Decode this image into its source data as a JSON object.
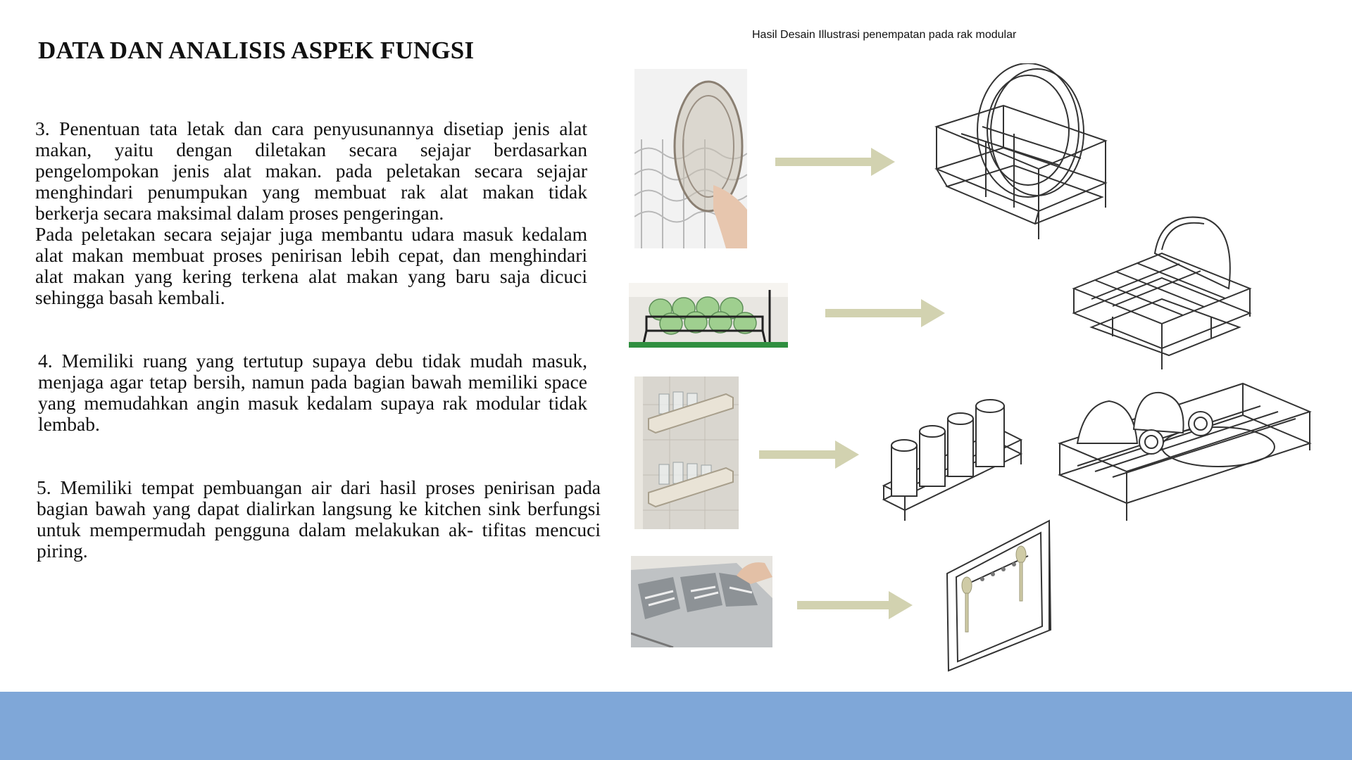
{
  "page": {
    "title": "DATA DAN ANALISIS ASPEK FUNGSI",
    "illustration_caption": "Hasil Desain Illustrasi penempatan pada rak modular"
  },
  "points": {
    "p3_first": "3. Penentuan tata letak dan cara penyusunannya disetiap jenis alat makan, yaitu dengan diletakan secara sejajar berdasarkan pengelompokan jenis alat makan. pada peletakan secara sejajar menghindari penumpukan yang membuat rak alat makan tidak berkerja secara maksimal dalam proses pengeringan.",
    "p3_second": "Pada peletakan secara sejajar juga membantu udara masuk kedalam alat makan membuat proses penirisan lebih cepat, dan menghindari alat makan yang kering terkena alat makan yang baru saja dicuci sehingga basah kembali.",
    "p4": "4. Memiliki ruang yang tertutup supaya debu tidak mudah masuk, menjaga agar tetap bersih, namun pada bagian bawah memiliki space yang memudahkan angin masuk kedalam supaya rak modular tidak lembab.",
    "p5": "5. Memiliki tempat pembuangan air dari hasil proses penirisan pada bagian bawah yang dapat dialirkan langsung ke kitchen sink berfungsi untuk mempermudah pengguna dalam melakukan ak- tifitas mencuci piring."
  },
  "colors": {
    "arrow": "#d2d2b0",
    "footer_band": "#7fa7d8",
    "utensil_accent": "#cfcba6"
  },
  "icons": {
    "arrow": "right-arrow-icon"
  }
}
